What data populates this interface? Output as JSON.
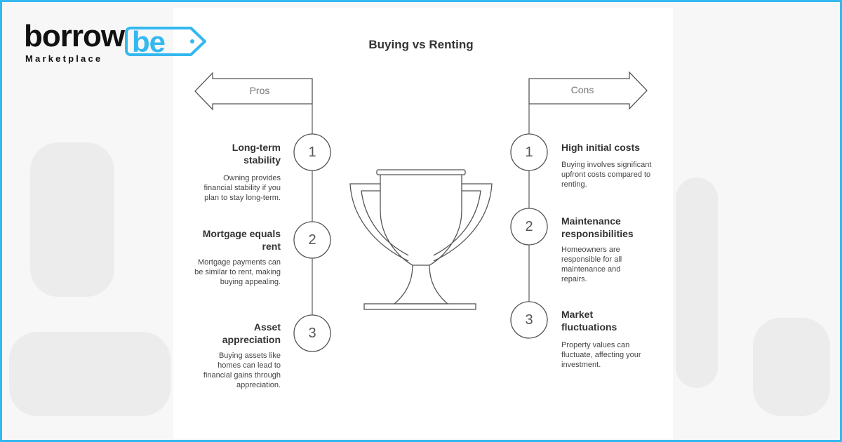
{
  "brand": {
    "word": "borrow",
    "tag": "be",
    "sub": "Marketplace",
    "accent": "#34b8f0"
  },
  "diagram": {
    "title": "Buying vs Renting",
    "pros": {
      "label": "Pros",
      "items": [
        {
          "num": "1",
          "head": "Long-term stability",
          "desc": "Owning provides financial stability if you plan to stay long-term."
        },
        {
          "num": "2",
          "head": "Mortgage equals rent",
          "desc": "Mortgage payments can be similar to rent, making buying appealing."
        },
        {
          "num": "3",
          "head": "Asset appreciation",
          "desc": "Buying assets like homes can lead to financial gains through appreciation."
        }
      ]
    },
    "cons": {
      "label": "Cons",
      "items": [
        {
          "num": "1",
          "head": "High initial costs",
          "desc": "Buying involves significant upfront costs compared to renting."
        },
        {
          "num": "2",
          "head": "Maintenance responsibilities",
          "desc": "Homeowners are responsible for all maintenance and repairs."
        },
        {
          "num": "3",
          "head": "Market fluctuations",
          "desc": "Property values can fluctuate, affecting your investment."
        }
      ]
    },
    "center_icon": "trophy-icon"
  }
}
